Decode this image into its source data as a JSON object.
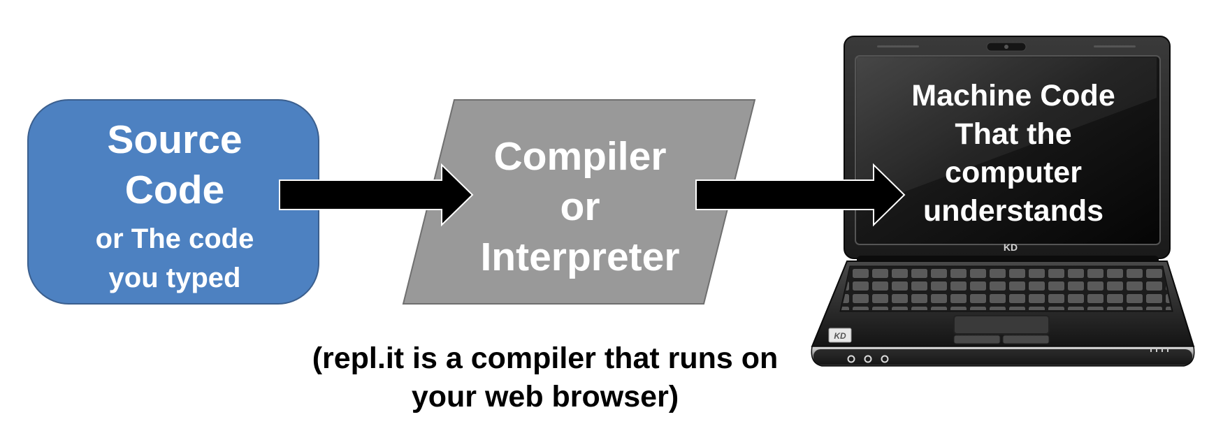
{
  "source_code": {
    "title_lines": [
      "Source",
      "Code"
    ],
    "subtitle_lines": [
      "or The code",
      "you typed"
    ],
    "fill": "#4d81c1"
  },
  "compiler": {
    "lines": [
      "Compiler",
      "or",
      "Interpreter"
    ],
    "fill": "#999999"
  },
  "machine_code": {
    "lines": [
      "Machine Code",
      "That the",
      "computer",
      "understands"
    ]
  },
  "laptop": {
    "brand": "KD",
    "badge": "KD"
  },
  "caption_lines": [
    "(repl.it is a compiler that runs on",
    "your web browser)"
  ],
  "arrow_color": "#000000"
}
